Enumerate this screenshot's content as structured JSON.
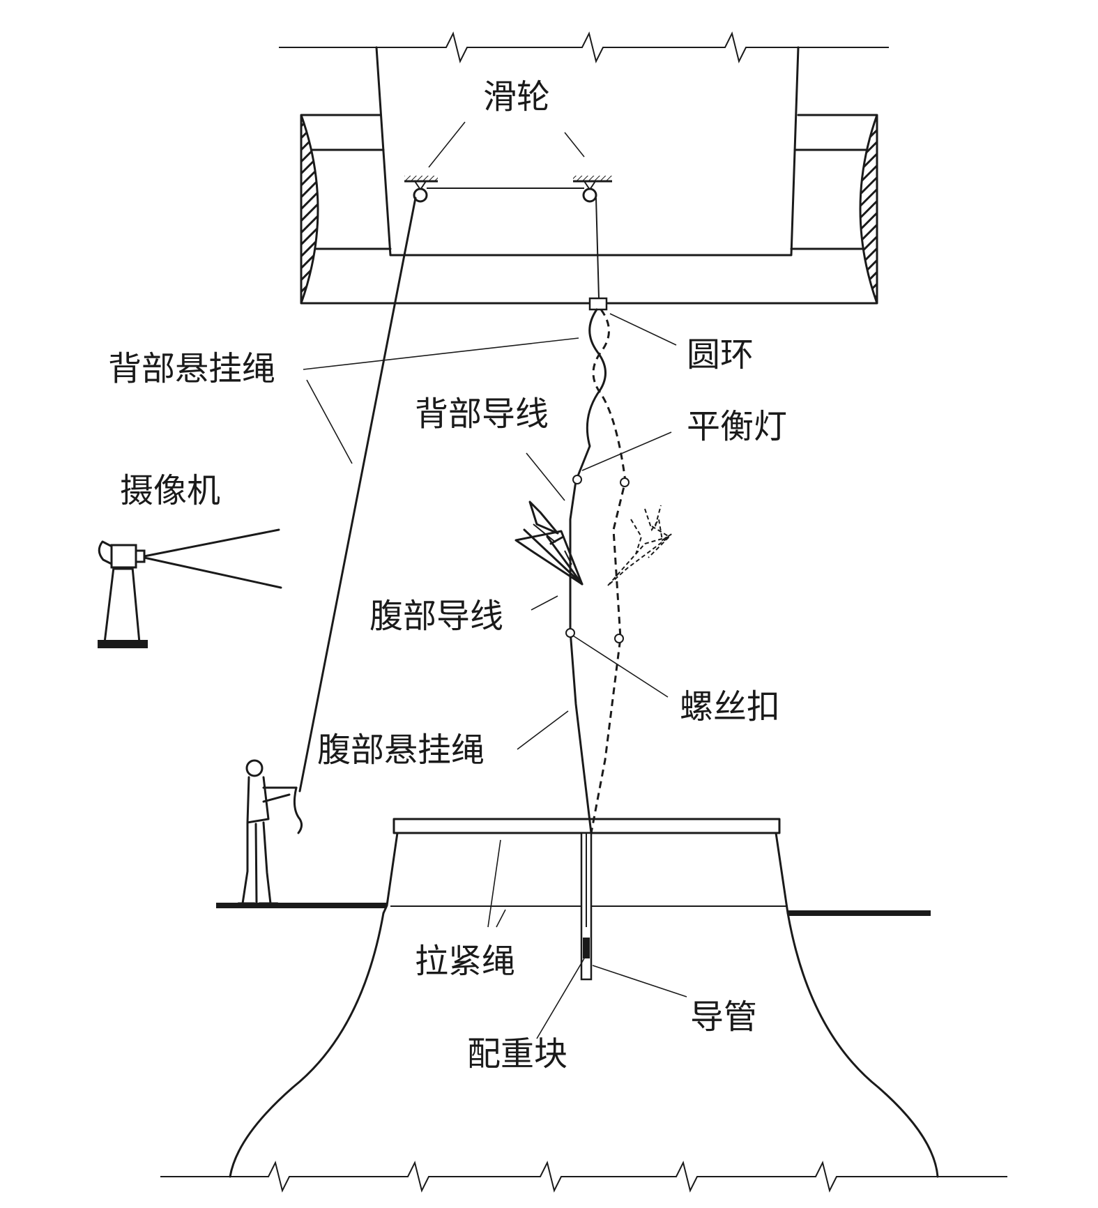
{
  "labels": {
    "pulley": "滑轮",
    "dorsal_suspension_rope": "背部悬挂绳",
    "ring": "圆环",
    "dorsal_guide_wire": "背部导线",
    "balance_light": "平衡灯",
    "camera": "摄像机",
    "ventral_guide_wire": "腹部导线",
    "turnbuckle": "螺丝扣",
    "ventral_suspension_rope": "腹部悬挂绳",
    "tension_rope": "拉紧绳",
    "guide_tube": "导管",
    "counterweight": "配重块"
  }
}
